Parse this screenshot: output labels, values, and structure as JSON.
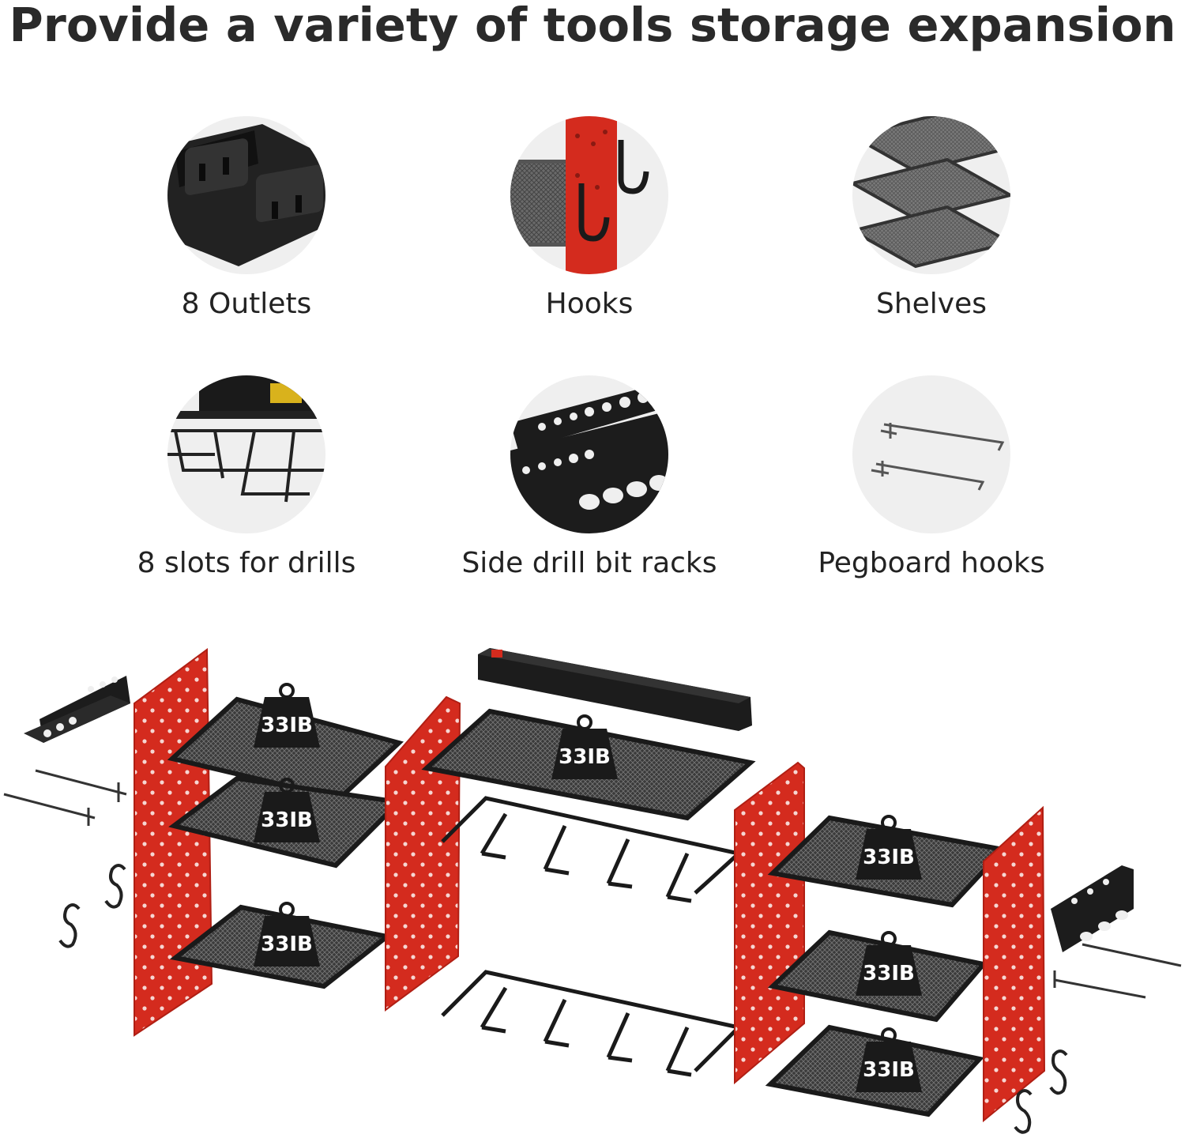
{
  "headline": "Provide a variety of tools storage expansion",
  "features": [
    {
      "label": "8 Outlets",
      "icon": "power-strip-outlets-icon"
    },
    {
      "label": "Hooks",
      "icon": "pegboard-hooks-closeup-icon"
    },
    {
      "label": "Shelves",
      "icon": "mesh-shelves-icon"
    },
    {
      "label": "8 slots for drills",
      "icon": "drill-slots-rack-icon"
    },
    {
      "label": "Side drill bit racks",
      "icon": "drill-bit-rack-icon"
    },
    {
      "label": "Pegboard hooks",
      "icon": "pegboard-straight-hooks-icon"
    }
  ],
  "assembly": {
    "shelf_load_labels": [
      "33IB",
      "33IB",
      "33IB",
      "33IB",
      "33IB",
      "33IB",
      "33IB"
    ]
  },
  "colors": {
    "panel_red": "#d42b1e",
    "metal_black": "#1c1c1c",
    "circle_bg": "#efefef",
    "text": "#222222"
  }
}
